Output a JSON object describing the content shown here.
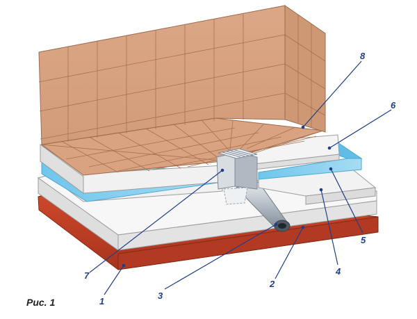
{
  "caption": "Рис. 1",
  "colors": {
    "tile_fill": "#d9a382",
    "tile_grout": "#9e6a4d",
    "foam_fill": "#f3f3f3",
    "foam_edge": "#9c9c9c",
    "waterproof_fill": "#8fd2ee",
    "base_fill": "#c8442a",
    "callout_line": "#1f3f88",
    "drain_steel": "#b4bcc4"
  },
  "callouts": [
    {
      "id": "1",
      "label": "1"
    },
    {
      "id": "2",
      "label": "2"
    },
    {
      "id": "3",
      "label": "3"
    },
    {
      "id": "4",
      "label": "4"
    },
    {
      "id": "5",
      "label": "5"
    },
    {
      "id": "6",
      "label": "6"
    },
    {
      "id": "7",
      "label": "7"
    },
    {
      "id": "8",
      "label": "8"
    }
  ]
}
